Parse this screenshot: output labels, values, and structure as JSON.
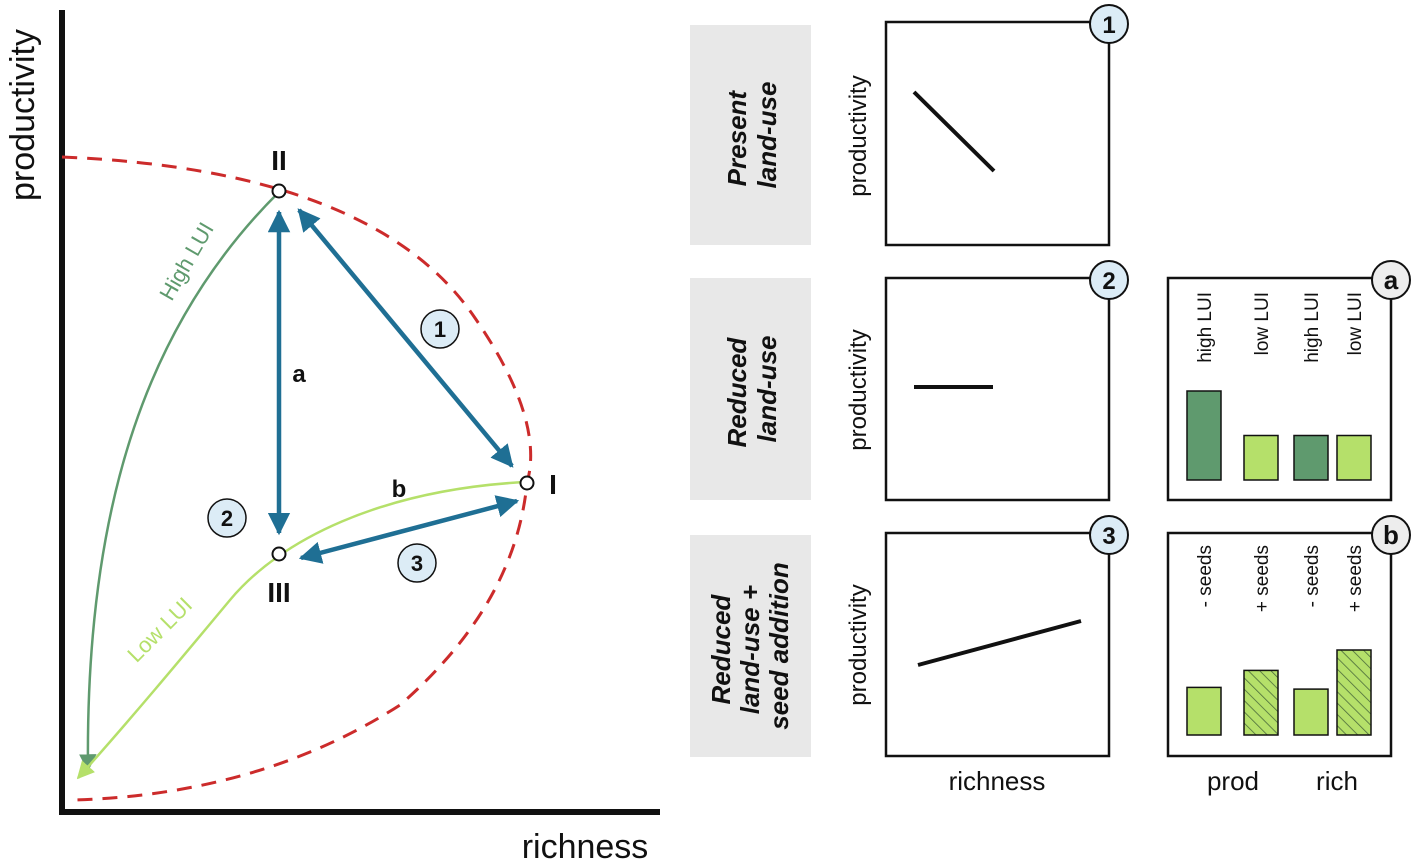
{
  "main_diagram": {
    "y_axis_label": "productivity",
    "x_axis_label": "richness",
    "nodes": {
      "I": "I",
      "II": "II",
      "III": "III"
    },
    "arrow_labels": {
      "a": "a",
      "b": "b"
    },
    "path_numbers": {
      "p1": "1",
      "p2": "2",
      "p3": "3"
    },
    "curve_labels": {
      "high": "High LUI",
      "low": "Low LUI"
    },
    "colors": {
      "frontier": "#cc2b2b",
      "blue_arrow": "#1f6f94",
      "high_lui": "#5f9a6e",
      "low_lui": "#b5e06a",
      "circle_fill": "#dcecf6"
    }
  },
  "scenarios": [
    {
      "label_line1": "Present",
      "label_line2": "land-use",
      "label_line3": ""
    },
    {
      "label_line1": "Reduced",
      "label_line2": "land-use",
      "label_line3": ""
    },
    {
      "label_line1": "Reduced",
      "label_line2": "land-use +",
      "label_line3": "seed addition"
    }
  ],
  "panels": {
    "p1": {
      "number": "1",
      "ylabel": "productivity",
      "relation": "negative"
    },
    "p2": {
      "number": "2",
      "ylabel": "productivity",
      "relation": "none"
    },
    "p3": {
      "number": "3",
      "ylabel": "productivity",
      "relation": "positive"
    },
    "xlabel": "richness"
  },
  "bar_panels": {
    "a": {
      "letter": "a",
      "labels": [
        "high LUI",
        "low LUI",
        "high LUI",
        "low LUI"
      ],
      "heights": [
        1.0,
        0.5,
        0.5,
        0.5
      ],
      "fills": [
        "#5f9a6e",
        "#b5e06a",
        "#5f9a6e",
        "#b5e06a"
      ]
    },
    "b": {
      "letter": "b",
      "labels": [
        "- seeds",
        "+ seeds",
        "- seeds",
        "+ seeds"
      ],
      "heights": [
        0.56,
        0.76,
        0.54,
        1.0
      ],
      "hatched": [
        false,
        true,
        false,
        true
      ]
    },
    "xlabels": [
      "prod",
      "rich"
    ]
  }
}
